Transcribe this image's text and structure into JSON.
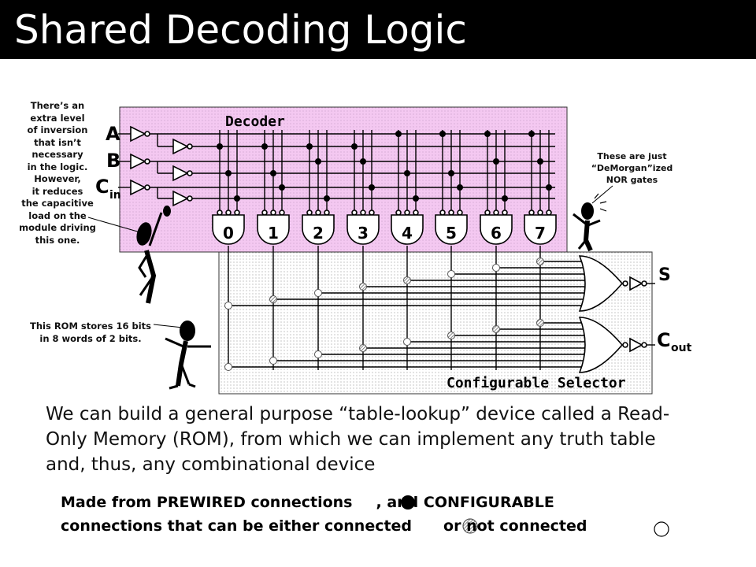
{
  "slide": {
    "title": "Shared Decoding Logic",
    "inputs": {
      "a": "A",
      "b": "B",
      "cin_main": "C",
      "cin_sub": "in"
    },
    "decoder_label": "Decoder",
    "selector_label": "Configurable Selector",
    "decoder_outputs": [
      "0",
      "1",
      "2",
      "3",
      "4",
      "5",
      "6",
      "7"
    ],
    "outputs": {
      "s": "S",
      "cout_main": "C",
      "cout_sub": "out"
    },
    "notes": {
      "inversion": [
        "There’s an",
        "extra level",
        "of inversion",
        "that isn’t",
        "necessary",
        "in the logic.",
        "However,",
        "it reduces",
        "the capacitive",
        "load on the",
        "module driving",
        "this one."
      ],
      "demorgan": [
        "These are just",
        "“DeMorgan”ized",
        "NOR gates"
      ],
      "rom": [
        "This ROM stores 16 bits",
        "in 8 words of  2 bits."
      ]
    },
    "body": "We can build a general purpose “table-lookup” device called a Read-Only Memory (ROM), from which we can implement any truth table and, thus, any combinational device",
    "legend": {
      "line1_a": "Made from PREWIRED connections",
      "line1_b": ", and CONFIGURABLE",
      "line2_a": "connections that can be either connected",
      "line2_b": "or not connected"
    },
    "colors": {
      "decoder_fill": "#f4c8f1",
      "title_bar": "#000000"
    }
  }
}
